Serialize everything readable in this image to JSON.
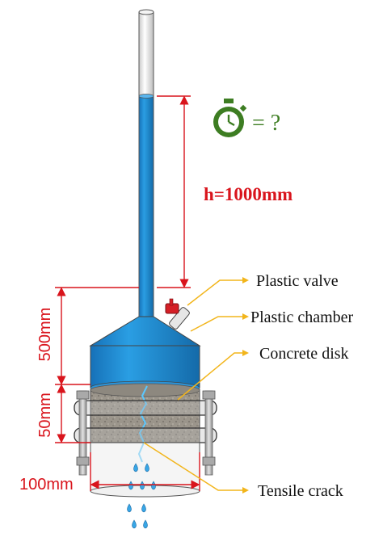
{
  "labels": {
    "h": "h=1000mm",
    "timer_suffix": "= ?",
    "valve": "Plastic valve",
    "chamber": "Plastic chamber",
    "disk": "Concrete disk",
    "crack": "Tensile crack",
    "dim_500": "500mm",
    "dim_50": "50mm",
    "dim_100": "100mm"
  },
  "icons": {
    "timer": "stopwatch-icon"
  },
  "colors": {
    "water": "#1f8fd6",
    "dimension_red": "#d9141c",
    "callout_gold": "#f2b51b",
    "timer_green": "#3d7d22",
    "valve_red": "#d51f26",
    "concrete": "#9a948a",
    "bolt": "#b9b9b9"
  }
}
